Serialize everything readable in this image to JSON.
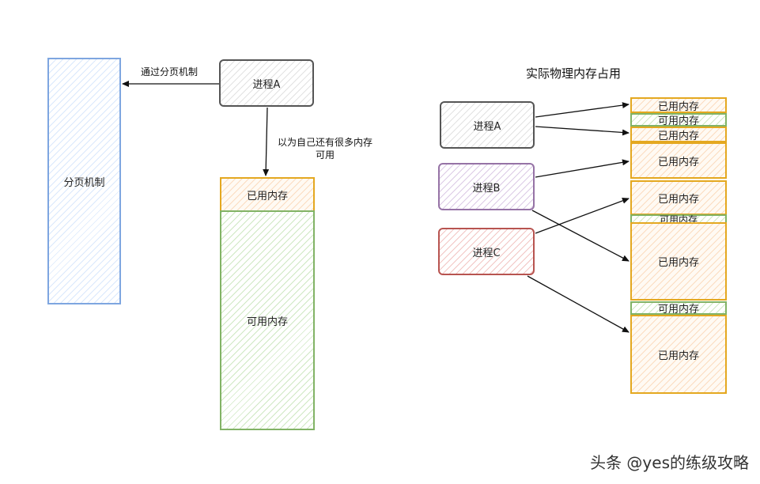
{
  "left": {
    "paging_box": "分页机制",
    "paging_arrow_label": "通过分页机制",
    "process_a": "进程A",
    "belief_label": "以为自己还有很多内存可用",
    "used_memory": "已用内存",
    "available_memory": "可用内存"
  },
  "right": {
    "title": "实际物理内存占用",
    "process_a": "进程A",
    "process_b": "进程B",
    "process_c": "进程C",
    "blocks": [
      {
        "label": "已用内存",
        "kind": "used"
      },
      {
        "label": "可用内存",
        "kind": "free"
      },
      {
        "label": "已用内存",
        "kind": "used"
      },
      {
        "label": "已用内存",
        "kind": "used"
      },
      {
        "label": "已用内存",
        "kind": "used"
      },
      {
        "label": "可用内存",
        "kind": "free"
      },
      {
        "label": "已用内存",
        "kind": "used"
      },
      {
        "label": "可用内存",
        "kind": "free"
      },
      {
        "label": "已用内存",
        "kind": "used"
      }
    ]
  },
  "watermark": "头条 @yes的练级攻略",
  "colors": {
    "blue": "#7ea6e0",
    "green": "#82b366",
    "orange": "#e4a820",
    "purple": "#9673a6",
    "red": "#b85450"
  }
}
